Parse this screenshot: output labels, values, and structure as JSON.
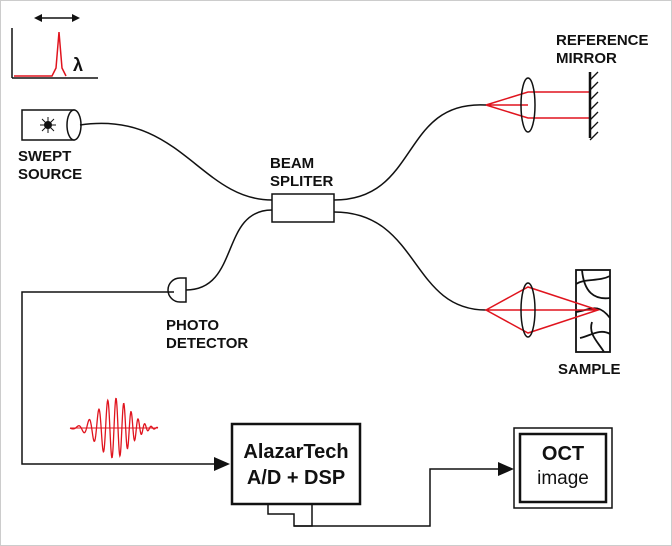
{
  "diagram": {
    "spectrum_symbol": "λ",
    "labels": {
      "swept_source_line1": "SWEPT",
      "swept_source_line2": "SOURCE",
      "beam_splitter_line1": "BEAM",
      "beam_splitter_line2": "SPLITER",
      "reference_mirror_line1": "REFERENCE",
      "reference_mirror_line2": "MIRROR",
      "photo_detector_line1": "PHOTO",
      "photo_detector_line2": "DETECTOR",
      "sample": "SAMPLE"
    },
    "dsp_box": {
      "line1": "AlazarTech",
      "line2": "A/D + DSP"
    },
    "oct_box": {
      "line1": "OCT",
      "line2": "image"
    },
    "colors": {
      "beam": "#e0141e",
      "line": "#111111",
      "border": "#bbbbbb"
    }
  }
}
